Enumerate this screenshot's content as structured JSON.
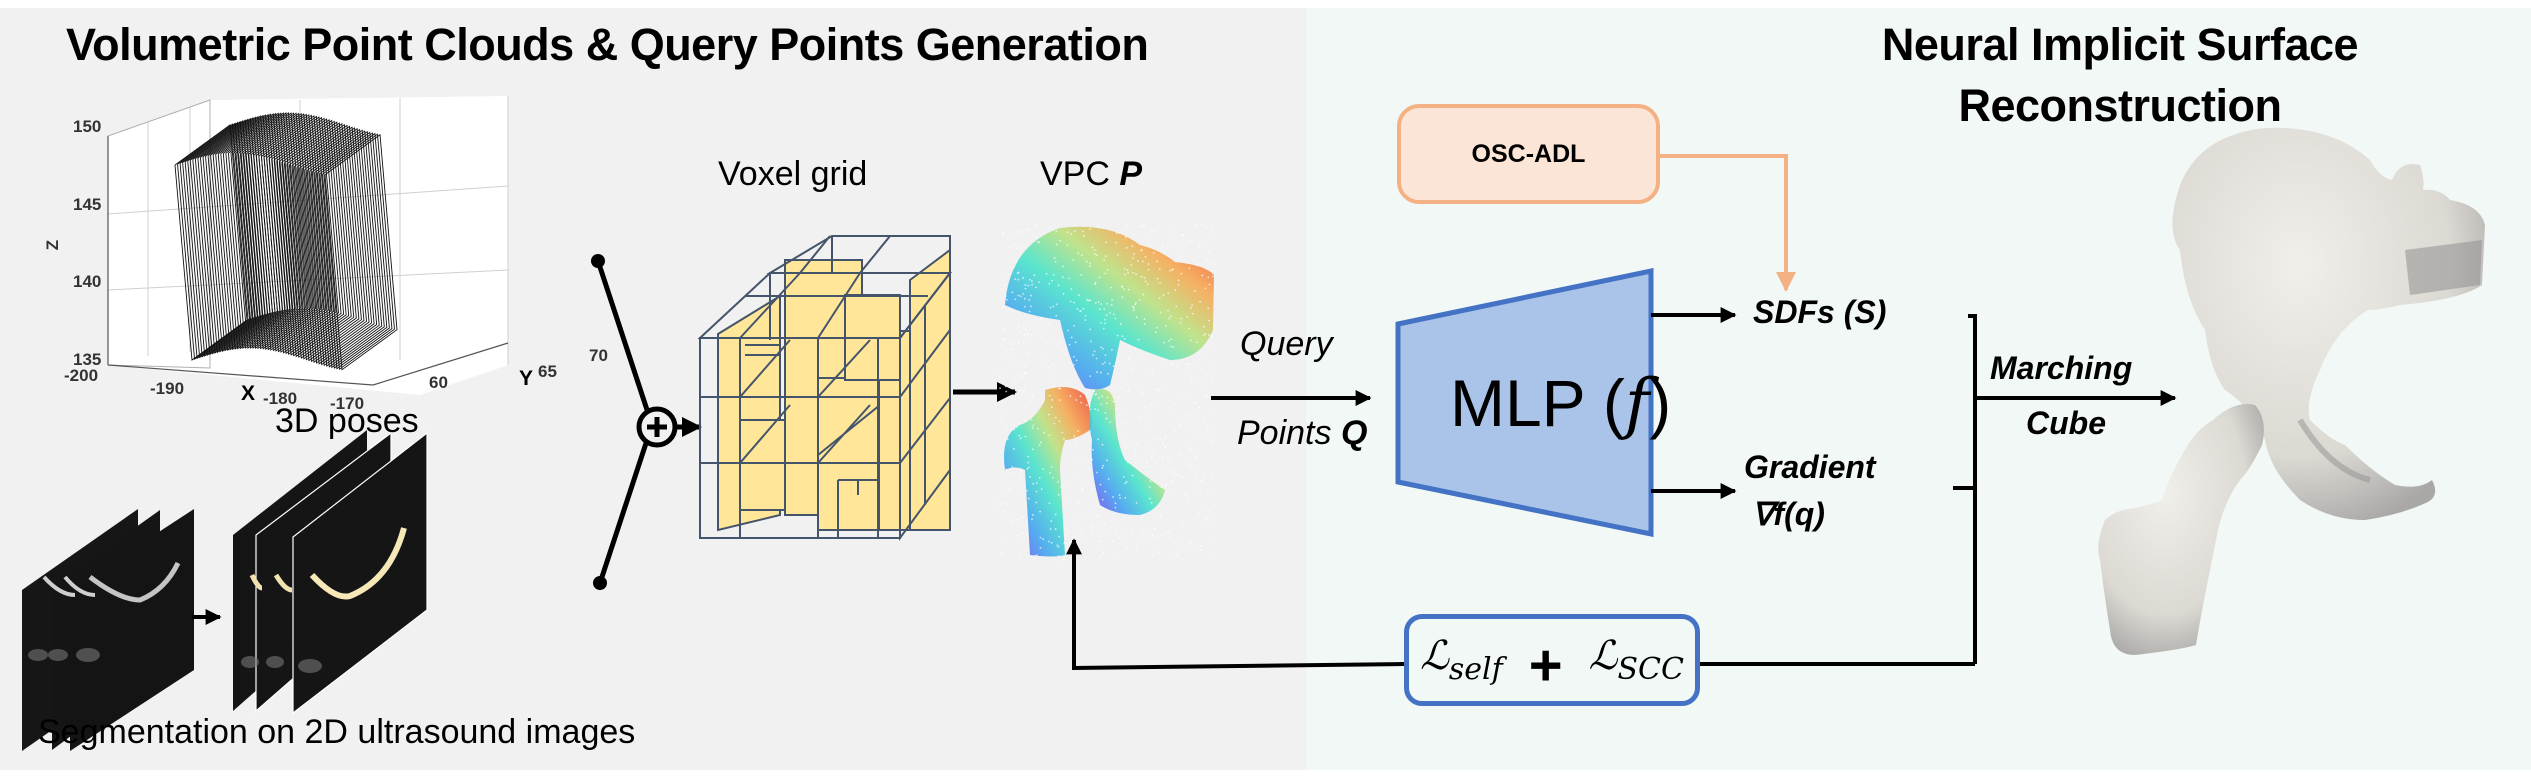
{
  "sections": {
    "left_title": "Volumetric Point Clouds & Query Points Generation",
    "right_title_line1": "Neural Implicit Surface",
    "right_title_line2": "Reconstruction"
  },
  "pose_plot": {
    "caption": "3D poses",
    "z_label": "Z",
    "x_label": "X",
    "y_label": "Y",
    "z_ticks": [
      "150",
      "145",
      "140",
      "135"
    ],
    "x_ticks": [
      "-200",
      "-190",
      "-180",
      "-170"
    ],
    "y_ticks": [
      "60",
      "65",
      "70"
    ]
  },
  "ultrasound": {
    "caption": "Segmentation on 2D ultrasound images"
  },
  "voxel": {
    "label": "Voxel grid"
  },
  "vpc": {
    "label_prefix": "VPC ",
    "label_symbol": "P"
  },
  "query": {
    "line1": "Query",
    "line2_prefix": "Points ",
    "line2_symbol": "Q"
  },
  "mlp": {
    "label_prefix": "MLP (",
    "label_symbol": "f",
    "label_suffix": ")"
  },
  "osc": {
    "label": "OSC-ADL"
  },
  "outputs": {
    "sdf": "SDFs (S)",
    "gradient_line1": "Gradient",
    "gradient_line2": "∇f(q)"
  },
  "marching": {
    "line1": "Marching",
    "line2": "Cube"
  },
  "loss": {
    "term1_symbol": "ℒ",
    "term1_sub": "self",
    "plus": "+",
    "term2_symbol": "ℒ",
    "term2_sub": "SCC"
  },
  "colors": {
    "left_bg": "#f1f1f1",
    "right_bg": "#f2f8f5",
    "mlp_fill": "#a9c4e8",
    "mlp_stroke": "#4472c4",
    "osc_fill": "#fbe5d6",
    "osc_stroke": "#f4b183",
    "voxel_fill": "#ffe699",
    "voxel_stroke": "#44546a",
    "bone": "#e6e4df"
  }
}
